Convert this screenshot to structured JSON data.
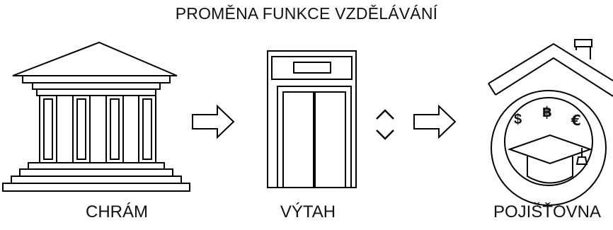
{
  "title": "PROMĚNA FUNKCE VZDĚLÁVÁNÍ",
  "stages": [
    {
      "label": "CHRÁM",
      "icon": "temple-icon"
    },
    {
      "label": "VÝTAH",
      "icon": "elevator-icon"
    },
    {
      "label": "POJIŠŤOVNA",
      "icon": "house-insurance-icon"
    }
  ],
  "currency_symbols": [
    "$",
    "฿",
    "€"
  ]
}
